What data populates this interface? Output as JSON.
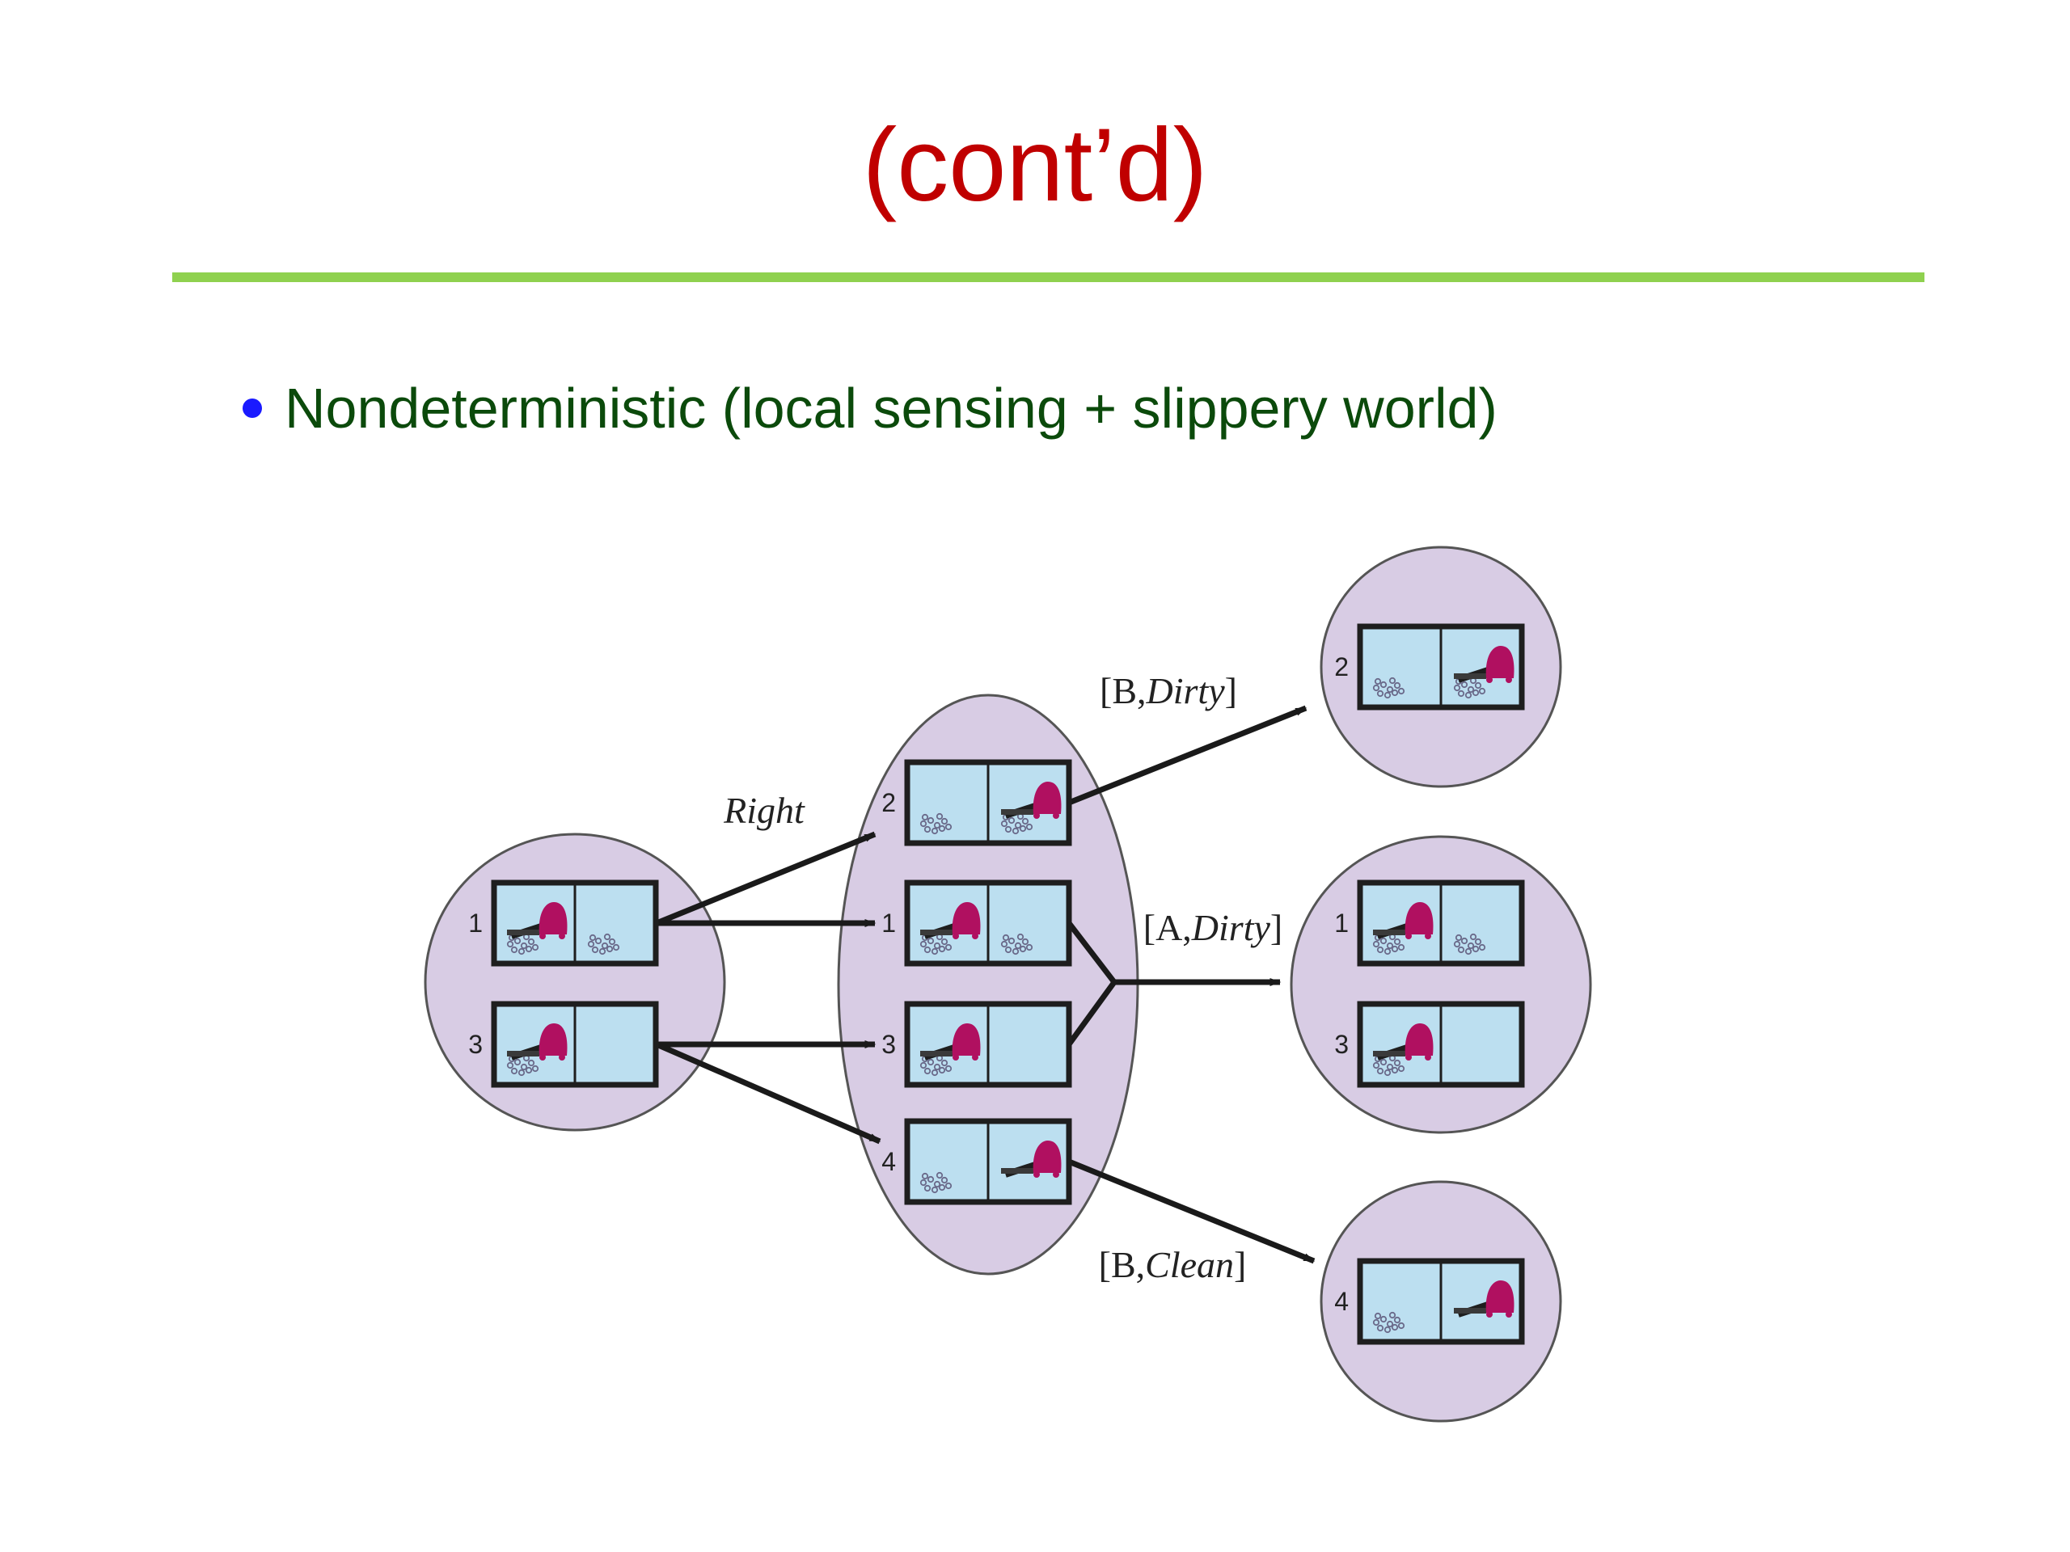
{
  "slide": {
    "title": "(cont’d)",
    "bullet": "Nondeterministic (local sensing + slippery world)"
  },
  "colors": {
    "title": "#c00000",
    "rule": "#8fd14f",
    "bullet_dot": "#1a1aff",
    "bullet_text": "#0b4a0b",
    "belief_fill": "#d8cce4",
    "belief_stroke": "#555555",
    "room_fill": "#bcdff0",
    "frame": "#1e1e1e",
    "robot": "#b01060",
    "dirt": "#6a6a8a",
    "arrow": "#1a1a1a"
  },
  "icons": {
    "robot": "vacuum-robot-icon",
    "dirt": "dirt-icon"
  },
  "diagram": {
    "belief_states": [
      {
        "name": "initial-belief",
        "states": [
          {
            "num": "1",
            "robot": "A",
            "dirt": [
              "A",
              "B"
            ]
          },
          {
            "num": "3",
            "robot": "A",
            "dirt": [
              "A"
            ]
          }
        ]
      },
      {
        "name": "after-right-belief",
        "states": [
          {
            "num": "2",
            "robot": "B",
            "dirt": [
              "A",
              "B"
            ]
          },
          {
            "num": "1",
            "robot": "A",
            "dirt": [
              "A",
              "B"
            ]
          },
          {
            "num": "3",
            "robot": "A",
            "dirt": [
              "A"
            ]
          },
          {
            "num": "4",
            "robot": "B",
            "dirt": [
              "A"
            ]
          }
        ]
      },
      {
        "name": "b-dirty-belief",
        "states": [
          {
            "num": "2",
            "robot": "B",
            "dirt": [
              "A",
              "B"
            ]
          }
        ]
      },
      {
        "name": "a-dirty-belief",
        "states": [
          {
            "num": "1",
            "robot": "A",
            "dirt": [
              "A",
              "B"
            ]
          },
          {
            "num": "3",
            "robot": "A",
            "dirt": [
              "A"
            ]
          }
        ]
      },
      {
        "name": "b-clean-belief",
        "states": [
          {
            "num": "4",
            "robot": "B",
            "dirt": [
              "A"
            ]
          }
        ]
      }
    ],
    "edge_labels": {
      "right": "Right",
      "b_dirty": {
        "open": "[B,",
        "word": "Dirty",
        "close": "]"
      },
      "a_dirty": {
        "open": "[A,",
        "word": "Dirty",
        "close": "]"
      },
      "b_clean": {
        "open": "[B,",
        "word": "Clean",
        "close": "]"
      }
    }
  }
}
